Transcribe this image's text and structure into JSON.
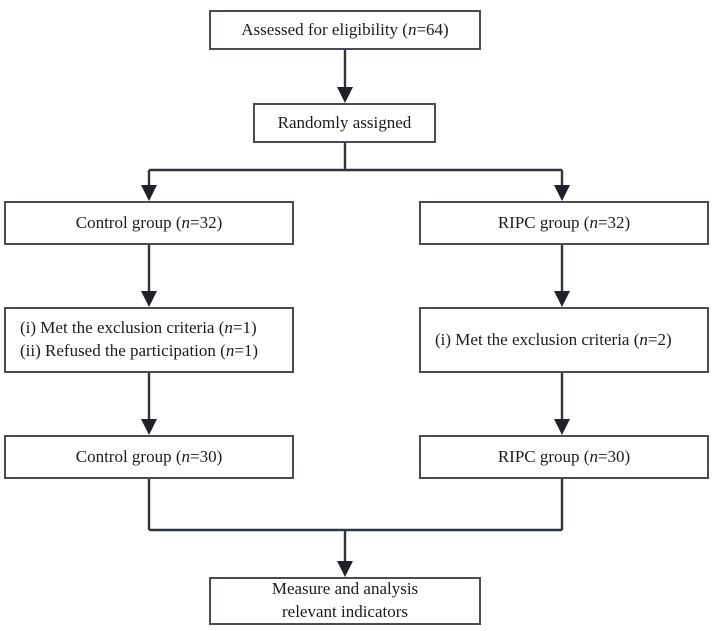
{
  "diagram": {
    "title": "CONSORT-style participant flow diagram",
    "style": {
      "box_border_color": "#474c56",
      "connector_color": "#30343c",
      "text_color": "#1b1b1b",
      "background": "#ffffff"
    },
    "nodes": [
      {
        "id": "assessed",
        "label": "Assessed for eligibility (n=64)",
        "label_parts": [
          "Assessed for eligibility (",
          "n",
          "=64)"
        ],
        "n": 64,
        "align": "center"
      },
      {
        "id": "randomized",
        "label": "Randomly assigned",
        "label_parts": [
          "Randomly assigned"
        ],
        "align": "center"
      },
      {
        "id": "control_allocated",
        "label": "Control group (n=32)",
        "label_parts": [
          "Control group (",
          "n",
          "=32)"
        ],
        "n": 32,
        "align": "center"
      },
      {
        "id": "ripc_allocated",
        "label": "RIPC group (n=32)",
        "label_parts": [
          "RIPC group (",
          "n",
          "=32)"
        ],
        "n": 32,
        "align": "center"
      },
      {
        "id": "control_excluded",
        "line1_parts": [
          "(i) Met the exclusion criteria (",
          "n",
          "=1)"
        ],
        "line2_parts": [
          "(ii) Refused the participation (",
          "n",
          "=1)"
        ],
        "label": "(i) Met the exclusion criteria (n=1)\n(ii) Refused the participation (n=1)",
        "align": "left"
      },
      {
        "id": "ripc_excluded",
        "line1_parts": [
          "(i) Met the exclusion criteria (",
          "n",
          "=2)"
        ],
        "label": "(i) Met the exclusion criteria (n=2)",
        "align": "left"
      },
      {
        "id": "control_analyzed",
        "label": "Control group (n=30)",
        "label_parts": [
          "Control group (",
          "n",
          "=30)"
        ],
        "n": 30,
        "align": "center"
      },
      {
        "id": "ripc_analyzed",
        "label": "RIPC group (n=30)",
        "label_parts": [
          "RIPC group (",
          "n",
          "=30)"
        ],
        "n": 30,
        "align": "center"
      },
      {
        "id": "measure",
        "line1": "Measure and analysis",
        "line2": "relevant indicators",
        "label": "Measure and analysis\nrelevant indicators",
        "align": "center"
      }
    ]
  }
}
